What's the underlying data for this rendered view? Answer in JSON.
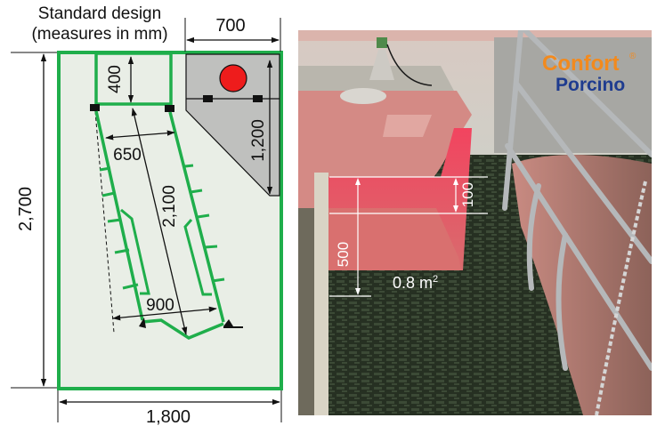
{
  "diagram": {
    "title_line1": "Standard design",
    "title_line2": "(measures in mm)",
    "colors": {
      "outline_green": "#1fae4b",
      "floor_bg": "#e9eee6",
      "heated_area_gray": "#bfc0be",
      "lamp_red": "#ee1c1c",
      "dim_line": "#111111"
    },
    "dimensions": {
      "total_width": "1,800",
      "total_length": "2,700",
      "nest_width": "700",
      "nest_length": "1,200",
      "feeder_depth": "400",
      "crate_front_width": "650",
      "crate_rear_width": "900",
      "crate_length": "2,100"
    }
  },
  "photo": {
    "logo": {
      "line1": "Confort",
      "line2": "Porcino",
      "registered": "®",
      "colors": {
        "orange": "#f28a1e",
        "blue": "#1f3c8f"
      }
    },
    "dimensions": {
      "lamp_height_gap": "100",
      "heated_depth": "500",
      "heated_area": "0.8 m",
      "heated_area_sup": "2"
    },
    "colors": {
      "cover_pink": "#d9847f",
      "heat_red": "#f0455f",
      "slatted_floor": "#2f3a2c",
      "sow_skin": "#b97f79",
      "rails": "#b5b8ba"
    }
  }
}
